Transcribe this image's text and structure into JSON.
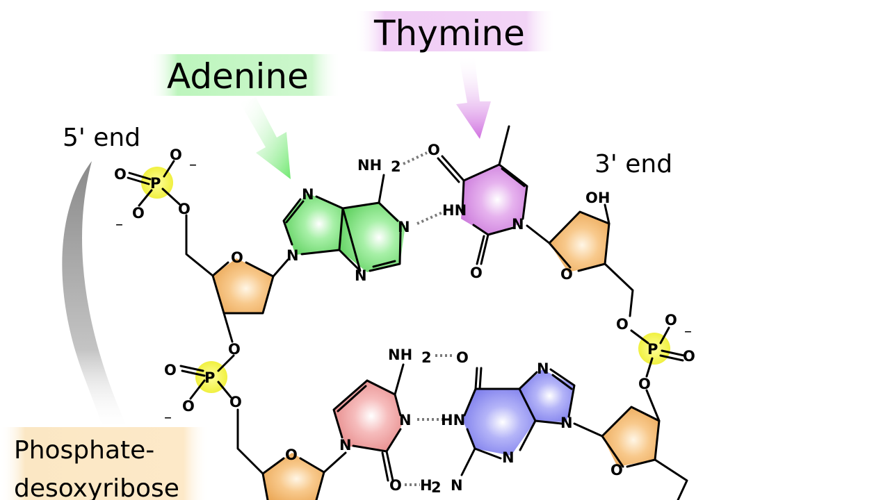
{
  "labels": {
    "adenine": "Adenine",
    "thymine": "Thymine",
    "five_prime": "5' end",
    "three_prime": "3' end",
    "backbone_line1": "Phosphate-",
    "backbone_line2": "desoxyribose"
  },
  "atoms": {
    "O": "O",
    "N": "N",
    "P": "P",
    "HN": "HN",
    "NH": "NH",
    "H": "H",
    "OH": "OH",
    "sub2": "2",
    "minus": "–"
  },
  "colors": {
    "adenine": "#7fe07f",
    "thymine": "#d98ee6",
    "cytosine": "#f09a9a",
    "guanine": "#8e8ef2",
    "sugar": "#f4b05e",
    "phosphate": "#f2f23c",
    "hbond": "#7a7a7a"
  }
}
